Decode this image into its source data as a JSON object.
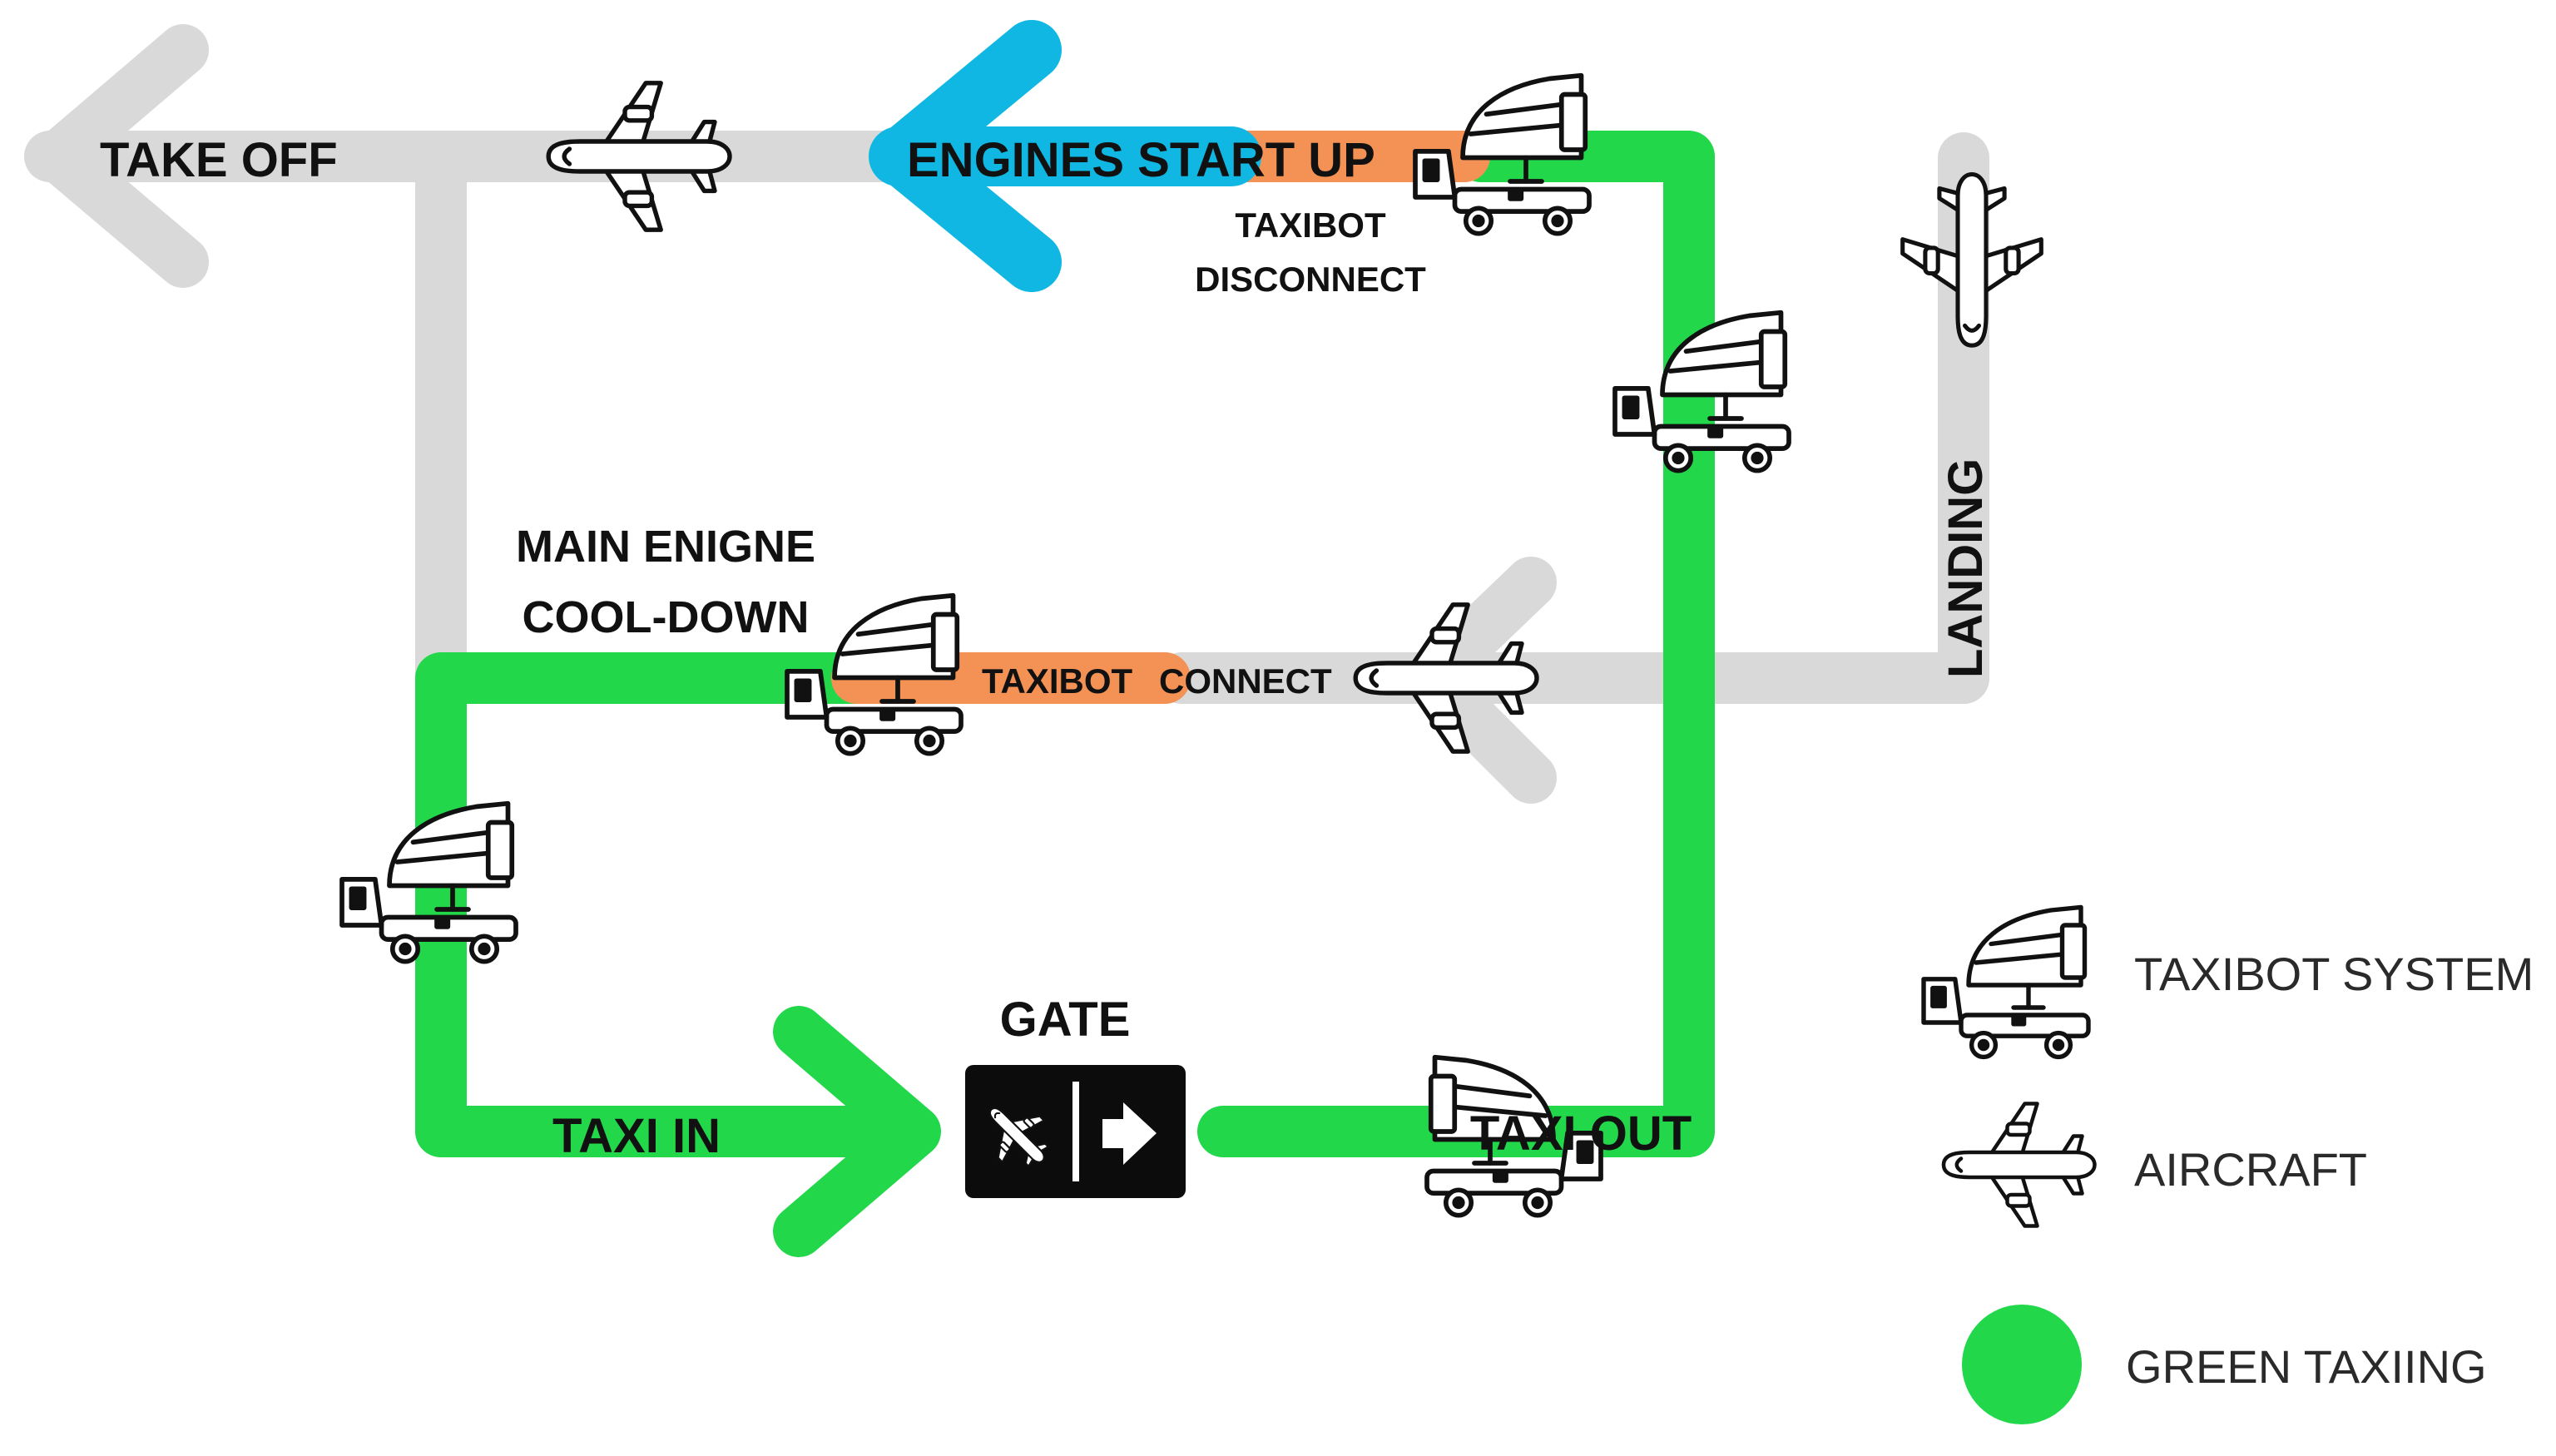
{
  "colors": {
    "gray_route": "#d9d9d9",
    "green_route": "#22d84a",
    "orange_segment": "#f39254",
    "blue_arrow": "#10b7e3",
    "gate_box": "#0c0c0c",
    "icon_stroke": "#111111"
  },
  "labels": {
    "take_off": "TAKE OFF",
    "engines_start_up": "ENGINES START UP",
    "taxibot_disconnect_1": "TAXIBOT",
    "taxibot_disconnect_2": "DISCONNECT",
    "main_engine_1": "MAIN ENIGNE",
    "main_engine_2": "COOL-DOWN",
    "taxibot_connect_1": "TAXIBOT",
    "taxibot_connect_2": "CONNECT",
    "landing": "LANDING",
    "gate": "GATE",
    "taxi_in": "TAXI IN",
    "taxi_out": "TAXI OUT"
  },
  "legend": {
    "taxibot_system": "TAXIBOT SYSTEM",
    "aircraft": "AIRCRAFT",
    "green_taxiing": "GREEN TAXIING"
  },
  "icons": {
    "aircraft": "aircraft-icon",
    "taxibot": "taxibot-icon",
    "gate": "gate-sign-icon"
  }
}
